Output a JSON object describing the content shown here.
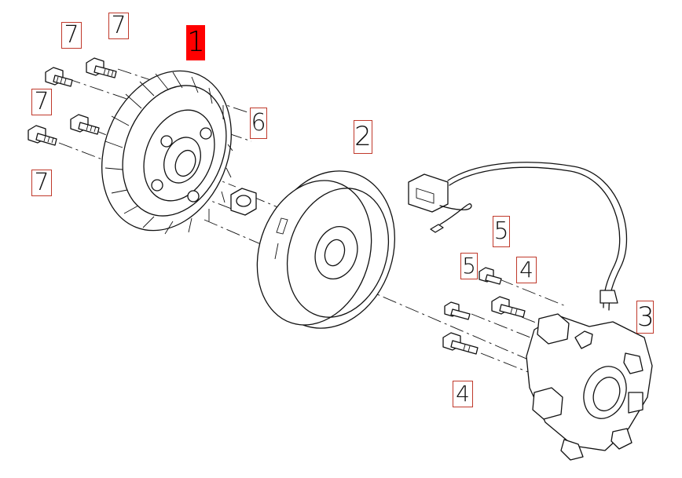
{
  "diagram": {
    "callouts": [
      {
        "id": "1",
        "label": "1",
        "part": "flywheel-fan",
        "active": true,
        "color": "#ff0000"
      },
      {
        "id": "2",
        "label": "2",
        "part": "flywheel-rotor"
      },
      {
        "id": "3",
        "label": "3",
        "part": "stator-assembly"
      },
      {
        "id": "4a",
        "label": "4",
        "part": "stator-bolt-upper"
      },
      {
        "id": "4b",
        "label": "4",
        "part": "stator-bolt-lower"
      },
      {
        "id": "5a",
        "label": "5",
        "part": "screw-upper"
      },
      {
        "id": "5b",
        "label": "5",
        "part": "screw-lower"
      },
      {
        "id": "6",
        "label": "6",
        "part": "nut"
      },
      {
        "id": "7a",
        "label": "7",
        "part": "fan-bolt-top-left"
      },
      {
        "id": "7b",
        "label": "7",
        "part": "fan-bolt-top-right"
      },
      {
        "id": "7c",
        "label": "7",
        "part": "fan-bolt-middle"
      },
      {
        "id": "7d",
        "label": "7",
        "part": "fan-bolt-bottom"
      }
    ],
    "colors": {
      "callout_border": "#c0392b",
      "highlight": "#ff0000",
      "line": "#111111"
    }
  }
}
